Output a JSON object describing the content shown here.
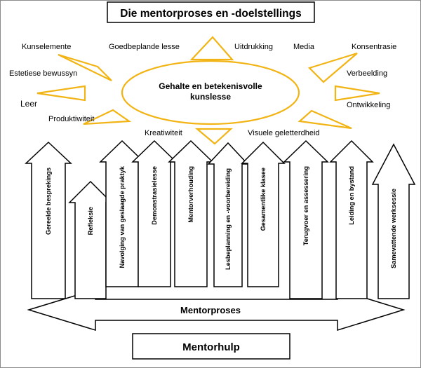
{
  "title": "Die mentorproses en -doelstellings",
  "center_text": [
    "Gehalte en betekenisvolle",
    "kunslesse"
  ],
  "sun_labels": {
    "kunselemente": "Kunselemente",
    "goedbeplande_lesse": "Goedbeplande lesse",
    "uitdrukking": "Uitdrukking",
    "media": "Media",
    "konsentrasie": "Konsentrasie",
    "estetiese_bewussyn": "Estetiese bewussyn",
    "verbeelding": "Verbeelding",
    "leer": "Leer",
    "ontwikkeling": "Ontwikkeling",
    "produktiwiteit": "Produktiwiteit",
    "kreatiwiteit": "Kreatiwiteit",
    "visuele_geletterdheid": "Visuele geletterdheid"
  },
  "arrows": [
    "Gereelde besprekings",
    "Refleksie",
    "Navolging van geslaagde praktyk",
    "Demonstrasielesse",
    "Mentorverhouding",
    "Lesbeplanning en -voorbereiding",
    "Gesamentlike klasee",
    "Terugvoer en assessering",
    "Leiding en bystand",
    "Samevattende werksessie"
  ],
  "process_label": "Mentorproses",
  "footer": "Mentorhulp",
  "colors": {
    "sun": "#f2b414",
    "outline": "#000000"
  }
}
